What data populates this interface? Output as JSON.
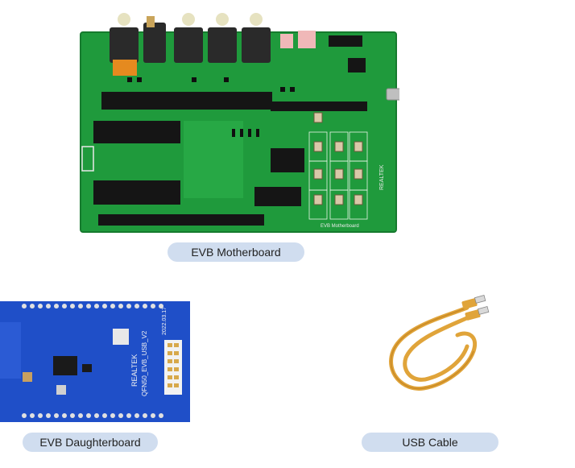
{
  "figure": {
    "captions": {
      "motherboard": "EVB Motherboard",
      "daughterboard": "EVB Daughterboard",
      "usb_cable": "USB Cable"
    },
    "board_markings": {
      "motherboard_title": "EVB Motherboard",
      "motherboard_brand": "REALTEK",
      "daughterboard_model": "QFN50_EVB_USB_V2",
      "daughterboard_brand": "REALTEK",
      "daughterboard_date": "2022.03.17"
    },
    "colors": {
      "caption_bg": "#d0ddef",
      "motherboard_pcb": "#1f9a3c",
      "daughterboard_pcb": "#1f4fc8",
      "cable": "#e0a43a"
    }
  }
}
